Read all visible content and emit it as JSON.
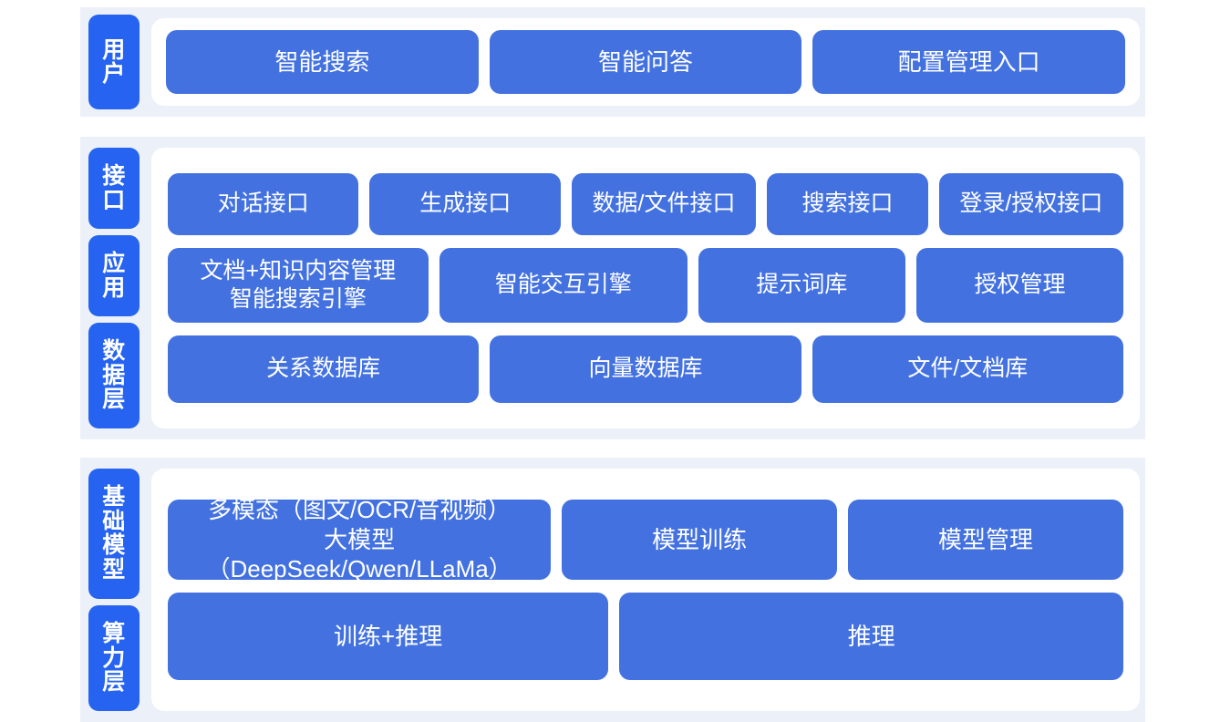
{
  "diagram": {
    "colors": {
      "band_background": "#ecf1f9",
      "panel_background": "#ffffff",
      "label_tab": "#2563f0",
      "card": "#4372e0",
      "card_text": "#ffffff",
      "page_background": "#ffffff"
    },
    "sections": [
      {
        "id": "user",
        "labels": [
          "用户"
        ],
        "rows": [
          {
            "id": "user-entries",
            "cards": [
              {
                "text": "智能搜索",
                "flex": 1
              },
              {
                "text": "智能问答",
                "flex": 1
              },
              {
                "text": "配置管理入口",
                "flex": 1
              }
            ]
          }
        ]
      },
      {
        "id": "middle",
        "labels": [
          "接口",
          "应用",
          "数据层"
        ],
        "rows": [
          {
            "id": "interface",
            "cards": [
              {
                "text": "对话接口",
                "flex": 1.04
              },
              {
                "text": "生成接口",
                "flex": 1.04
              },
              {
                "text": "数据/文件接口",
                "flex": 1.0
              },
              {
                "text": "搜索接口",
                "flex": 0.86
              },
              {
                "text": "登录/授权接口",
                "flex": 1.0
              }
            ]
          },
          {
            "id": "application",
            "cards": [
              {
                "text": "文档+知识内容管理\n智能搜索引擎",
                "flex": 1.18,
                "multiline": true
              },
              {
                "text": "智能交互引擎",
                "flex": 1.12
              },
              {
                "text": "提示词库",
                "flex": 0.92
              },
              {
                "text": "授权管理",
                "flex": 0.92
              }
            ]
          },
          {
            "id": "data",
            "cards": [
              {
                "text": "关系数据库",
                "flex": 1
              },
              {
                "text": "向量数据库",
                "flex": 1
              },
              {
                "text": "文件/文档库",
                "flex": 1
              }
            ]
          }
        ]
      },
      {
        "id": "bottom",
        "labels": [
          "基础模型",
          "算力层"
        ],
        "rows": [
          {
            "id": "models",
            "cards": [
              {
                "text": "多模态（图文/OCR/音视频）\n大模型（DeepSeek/Qwen/LLaMa）",
                "flex": 1.42,
                "multiline": true
              },
              {
                "text": "模型训练",
                "flex": 1.0
              },
              {
                "text": "模型管理",
                "flex": 1.0
              }
            ]
          },
          {
            "id": "compute",
            "cards": [
              {
                "text": "训练+推理",
                "flex": 1
              },
              {
                "text": "推理",
                "flex": 1.15
              }
            ]
          }
        ]
      }
    ]
  }
}
